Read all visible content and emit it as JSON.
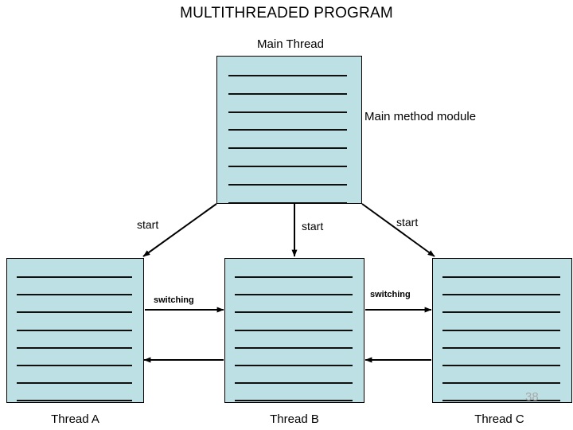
{
  "diagram": {
    "title": "MULTITHREADED PROGRAM",
    "subtitle": "Main Thread",
    "side_label": "Main method module",
    "background_color": "#ffffff",
    "box_fill_color": "#bde0e5",
    "box_border_color": "#000000",
    "line_color": "#10100f",
    "artifact_text": "38"
  },
  "main_box": {
    "name": "main-thread-box",
    "caption": "Main Thread",
    "code_line_count": 8
  },
  "threads": [
    {
      "id": "a",
      "caption": "Thread A",
      "code_line_count": 8
    },
    {
      "id": "b",
      "caption": "Thread B",
      "code_line_count": 8
    },
    {
      "id": "c",
      "caption": "Thread C",
      "code_line_count": 8
    }
  ],
  "start_edges": [
    {
      "id": "left",
      "label": "start",
      "from": "main-thread-box",
      "to": "thread-a-box"
    },
    {
      "id": "center",
      "label": "start",
      "from": "main-thread-box",
      "to": "thread-b-box"
    },
    {
      "id": "right",
      "label": "start",
      "from": "main-thread-box",
      "to": "thread-c-box"
    }
  ],
  "switch_edges": [
    {
      "id": "ab",
      "label": "switching",
      "between": [
        "thread-a-box",
        "thread-b-box"
      ]
    },
    {
      "id": "bc",
      "label": "switching",
      "between": [
        "thread-b-box",
        "thread-c-box"
      ]
    }
  ]
}
